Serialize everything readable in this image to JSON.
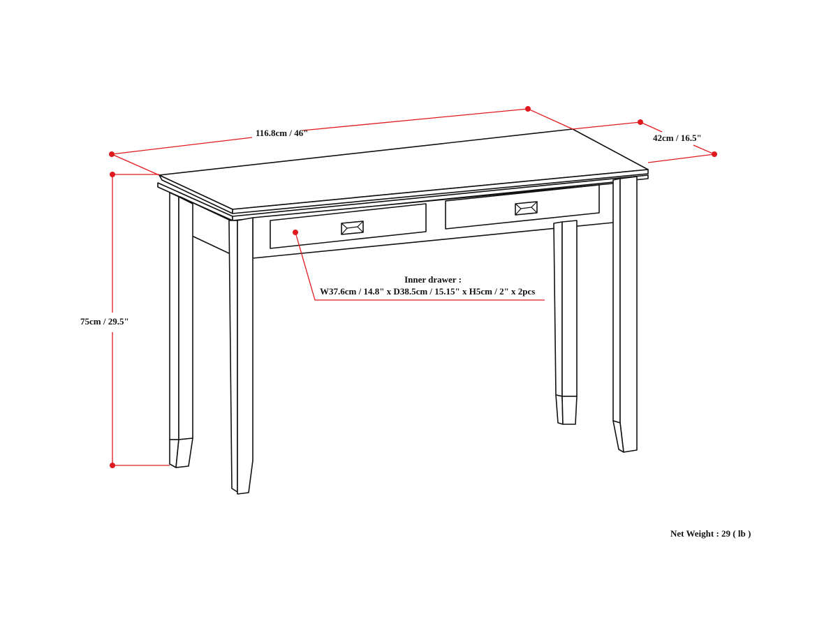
{
  "diagram": {
    "subject": "Console table with two drawers",
    "colors": {
      "line": "#111111",
      "dimension": "#e0191e",
      "background": "#ffffff"
    },
    "dimensions": {
      "width": "116.8cm / 46\"",
      "depth": "42cm / 16.5\"",
      "height": "75cm / 29.5\""
    },
    "inner_drawer": {
      "title": "Inner drawer :",
      "spec": "W37.6cm / 14.8\" x D38.5cm / 15.15\" x H5cm / 2\" x 2pcs"
    },
    "net_weight": "Net Weight : 29 ( lb )"
  }
}
